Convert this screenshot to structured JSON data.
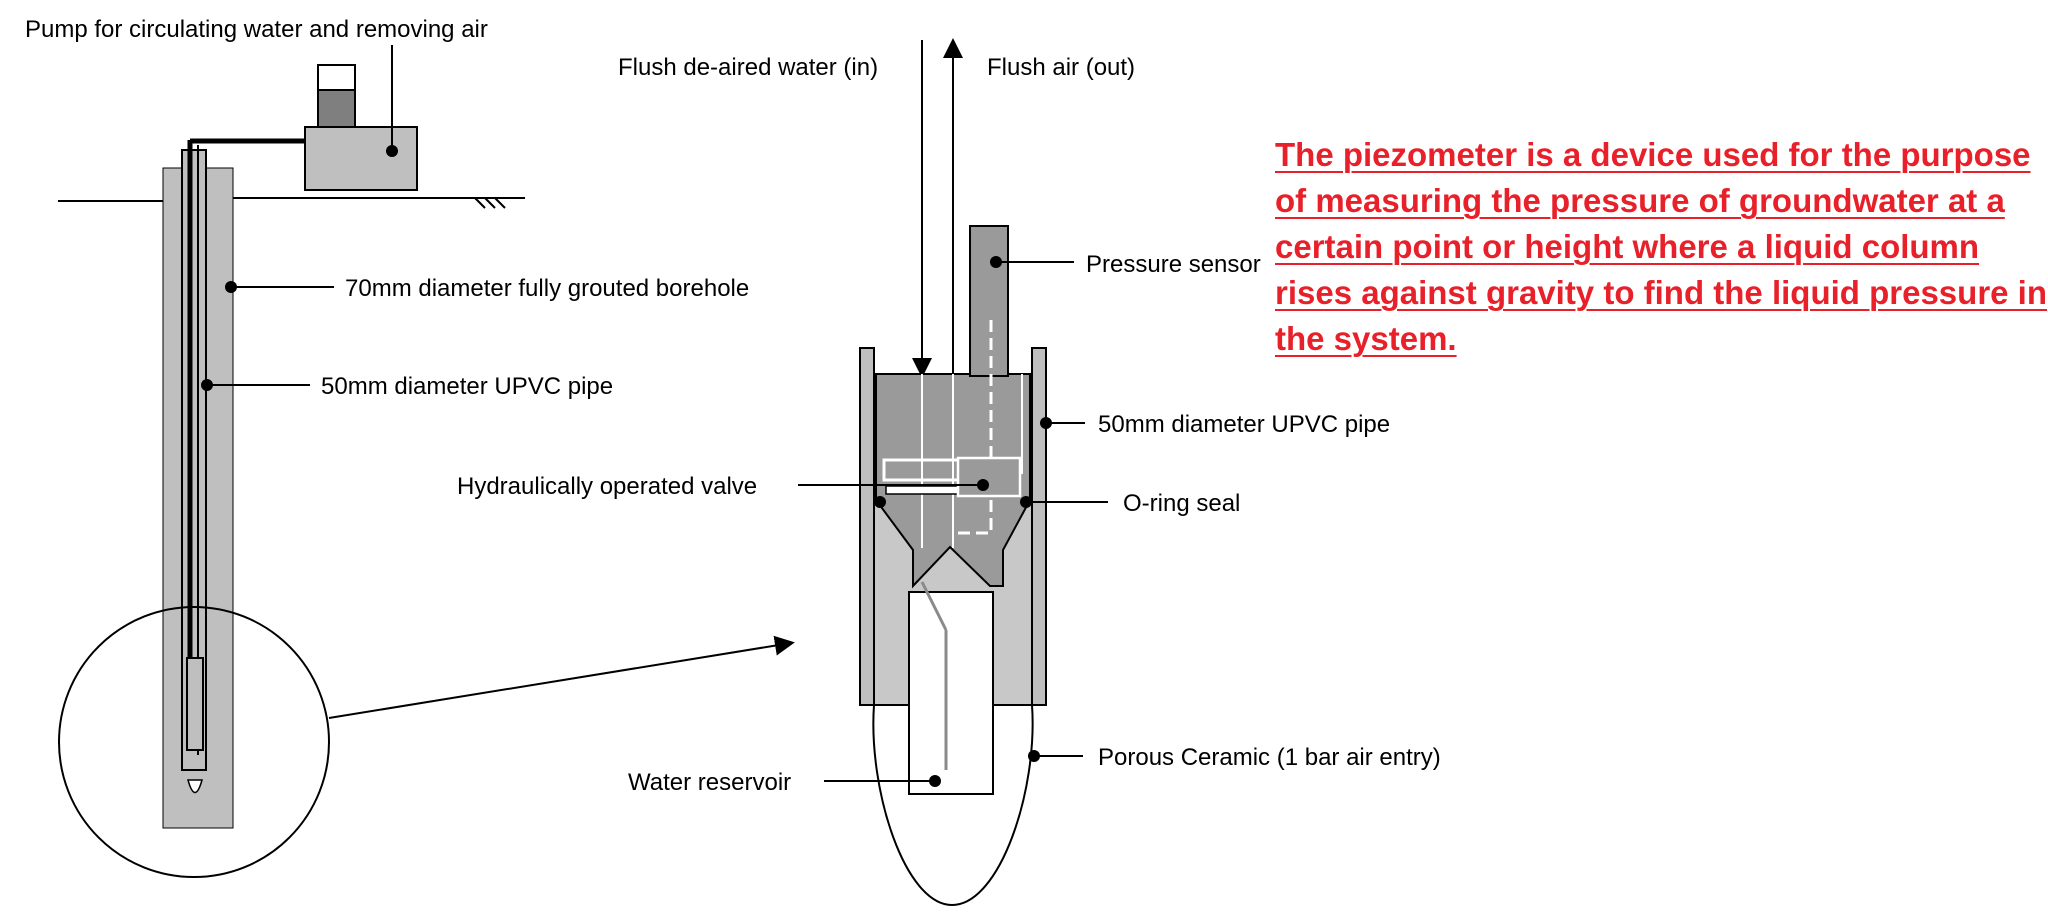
{
  "labels": {
    "pump": "Pump for circulating water and removing air",
    "borehole": "70mm diameter fully grouted borehole",
    "pipe_left": "50mm diameter UPVC pipe",
    "flush_in": "Flush de-aired water (in)",
    "flush_out": "Flush air (out)",
    "pressure_sensor": "Pressure sensor",
    "pipe_right": "50mm diameter UPVC pipe",
    "valve": "Hydraulically operated valve",
    "oring": "O-ring seal",
    "reservoir": "Water reservoir",
    "ceramic": "Porous Ceramic (1 bar air entry)"
  },
  "caption": {
    "lines": [
      "The piezometer is a device used for the purpose",
      "of measuring the pressure of groundwater at a",
      "certain point or height where a liquid column",
      "rises against gravity to find the liquid pressure in",
      "the system."
    ],
    "color": "#e8202a"
  },
  "colors": {
    "grout": "#bfbfbf",
    "device_body": "#c8c8c8",
    "device_dark": "#9a9a9a",
    "pump_reservoir": "#7f7f7f",
    "line": "#000000"
  }
}
